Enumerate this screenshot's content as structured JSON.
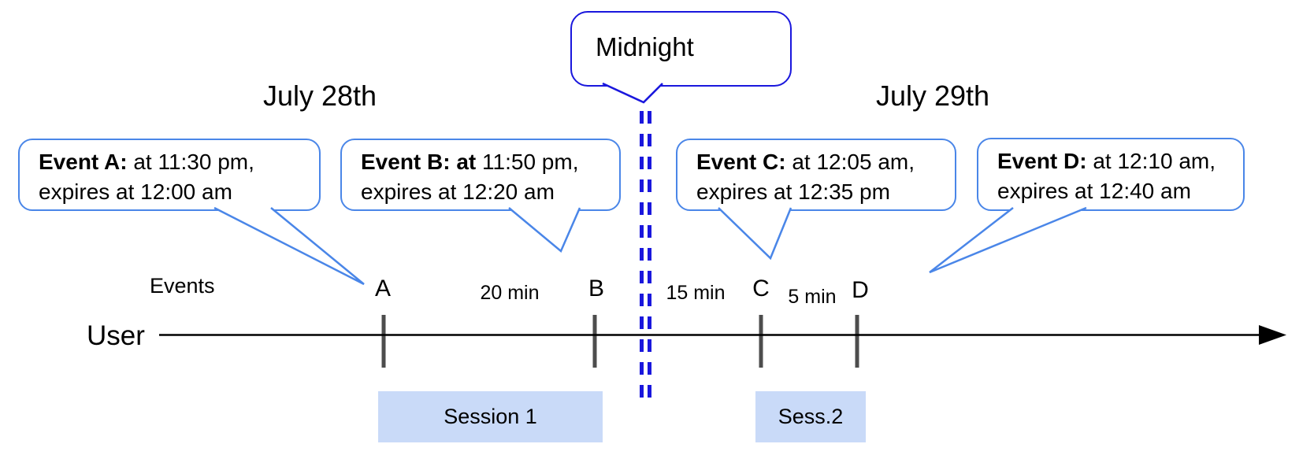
{
  "diagram": {
    "midnight_label": "Midnight",
    "dates": {
      "left": "July 28th",
      "right": "July 29th"
    },
    "axis": {
      "events_label": "Events",
      "user_label": "User"
    },
    "callouts": [
      {
        "id": "A",
        "title": "Event A:",
        "time": " at 11:30 pm,",
        "line2": "expires at 12:00 am"
      },
      {
        "id": "B",
        "title": "Event B: at",
        "time": " 11:50 pm,",
        "line2": "expires at 12:20 am"
      },
      {
        "id": "C",
        "title": "Event C:",
        "time": " at 12:05 am,",
        "line2": "expires at 12:35 pm"
      },
      {
        "id": "D",
        "title": "Event D:",
        "time": " at 12:10 am,",
        "line2": "expires at 12:40 am"
      }
    ],
    "markers": [
      "A",
      "B",
      "C",
      "D"
    ],
    "intervals": [
      {
        "between": "A-B",
        "label": "20 min"
      },
      {
        "between": "B-C",
        "label": "15 min"
      },
      {
        "between": "C-D",
        "label": "5 min"
      }
    ],
    "sessions": [
      {
        "label": "Session 1"
      },
      {
        "label": "Sess.2"
      }
    ],
    "colors": {
      "callout_border": "#4a86e8",
      "midnight_blue": "#1a17dd",
      "tick_gray": "#4d4d4d",
      "session_fill": "#c9daf8",
      "ink": "#000000"
    }
  }
}
